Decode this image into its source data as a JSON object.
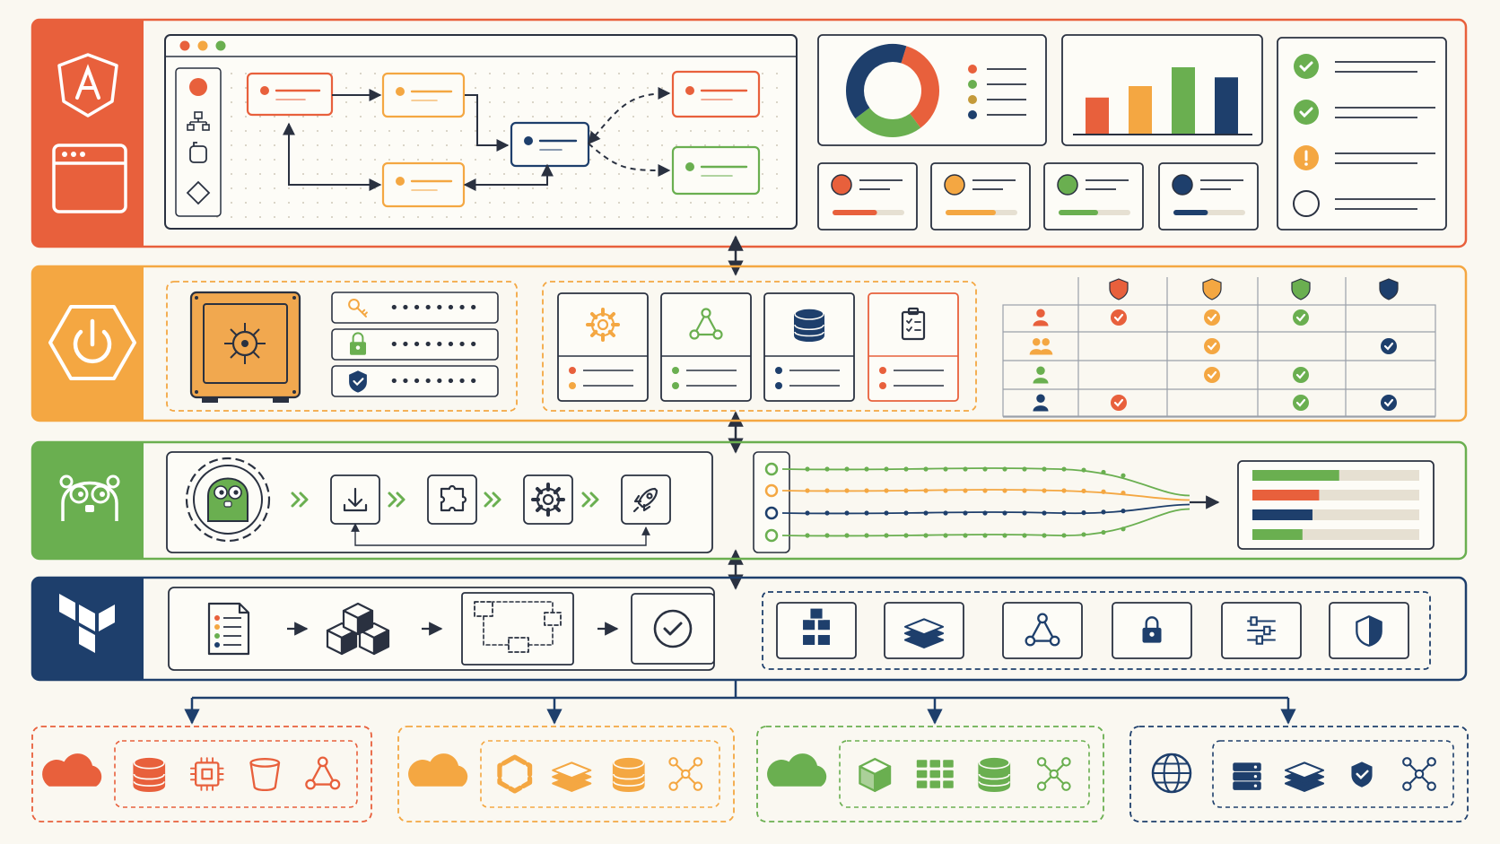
{
  "colors": {
    "angular": "#e8603c",
    "spring": "#f4a742",
    "go": "#6aaf50",
    "terraform": "#1e3f6c",
    "ink": "#2a3140",
    "paper": "#faf8f1",
    "muted": "#e6e0d2"
  },
  "layers": [
    {
      "name": "frontend",
      "logo": "angular-logo-icon",
      "secondary_icon": "browser-window-icon",
      "color": "#e8603c"
    },
    {
      "name": "backend",
      "logo": "spring-power-icon",
      "color": "#f4a742"
    },
    {
      "name": "services",
      "logo": "go-gopher-icon",
      "color": "#6aaf50"
    },
    {
      "name": "infrastructure",
      "logo": "terraform-logo-icon",
      "color": "#1e3f6c"
    }
  ],
  "frontend": {
    "window_controls": [
      "#e8603c",
      "#f4a742",
      "#6aaf50"
    ],
    "palette_tools": [
      "record-dot-icon",
      "hierarchy-icon",
      "component-icon",
      "diamond-icon"
    ],
    "flow_nodes": [
      {
        "name": "node-start",
        "color": "#e8603c"
      },
      {
        "name": "node-step-a",
        "color": "#f4a742"
      },
      {
        "name": "node-step-b",
        "color": "#f4a742"
      },
      {
        "name": "node-decision",
        "color": "#1e3f6c"
      },
      {
        "name": "node-out-red",
        "color": "#e8603c"
      },
      {
        "name": "node-out-green",
        "color": "#6aaf50"
      }
    ],
    "donut": {
      "slices": [
        35,
        25,
        40
      ],
      "colors": [
        "#e8603c",
        "#6aaf50",
        "#1e3f6c"
      ]
    },
    "legend_colors": [
      "#e8603c",
      "#6aaf50",
      "#c49a3a",
      "#1e3f6c"
    ],
    "bars": {
      "values": [
        0.55,
        0.72,
        1.0,
        0.85
      ],
      "colors": [
        "#e8603c",
        "#f4a742",
        "#6aaf50",
        "#1e3f6c"
      ]
    },
    "checklist": [
      "check-icon",
      "check-icon",
      "warning-icon",
      "empty-circle-icon"
    ],
    "stat_cards": [
      {
        "color": "#e8603c",
        "progress": 0.62
      },
      {
        "color": "#f4a742",
        "progress": 0.7
      },
      {
        "color": "#6aaf50",
        "progress": 0.55
      },
      {
        "color": "#1e3f6c",
        "progress": 0.48
      }
    ]
  },
  "backend": {
    "vault": "vault-safe-icon",
    "credentials": [
      {
        "icon": "key-icon",
        "mask": "••••••••"
      },
      {
        "icon": "lock-icon",
        "mask": "••••••••"
      },
      {
        "icon": "shield-check-icon",
        "mask": "••••••••"
      }
    ],
    "modules": [
      {
        "icon": "gear-icon",
        "dots": [
          "#e8603c",
          "#f4a742"
        ],
        "border": "#2a3140"
      },
      {
        "icon": "graph-icon",
        "dots": [
          "#6aaf50",
          "#6aaf50"
        ],
        "border": "#2a3140"
      },
      {
        "icon": "database-icon",
        "dots": [
          "#1e3f6c",
          "#1e3f6c"
        ],
        "border": "#2a3140"
      },
      {
        "icon": "clipboard-icon",
        "dots": [
          "#e8603c",
          "#e8603c"
        ],
        "border": "#e8603c"
      }
    ],
    "permission_columns": [
      "#e8603c",
      "#f4a742",
      "#6aaf50",
      "#1e3f6c"
    ],
    "permission_rows": [
      {
        "user_color": "#e8603c",
        "user_icon": "user-icon",
        "grants": [
          1,
          1,
          1,
          0
        ]
      },
      {
        "user_color": "#f4a742",
        "user_icon": "users-icon",
        "grants": [
          0,
          1,
          0,
          1
        ]
      },
      {
        "user_color": "#6aaf50",
        "user_icon": "user-icon",
        "grants": [
          0,
          1,
          1,
          0
        ]
      },
      {
        "user_color": "#1e3f6c",
        "user_icon": "user-icon",
        "grants": [
          1,
          0,
          1,
          1
        ]
      }
    ]
  },
  "services": {
    "pipeline": [
      "download-icon",
      "puzzle-icon",
      "gear-icon",
      "rocket-icon"
    ],
    "streams": [
      "#6aaf50",
      "#f4a742",
      "#1e3f6c",
      "#6aaf50"
    ],
    "result_bars": [
      {
        "color": "#6aaf50",
        "fill": 0.52
      },
      {
        "color": "#e8603c",
        "fill": 0.4
      },
      {
        "color": "#1e3f6c",
        "fill": 0.36
      },
      {
        "color": "#6aaf50",
        "fill": 0.3
      }
    ]
  },
  "infrastructure": {
    "steps": [
      "document-list-icon",
      "cubes-icon",
      "blueprint-icon",
      "check-circle-icon"
    ],
    "resources": [
      "cube-cluster-icon",
      "layers-icon",
      "graph-icon",
      "padlock-icon",
      "sliders-icon",
      "shield-icon"
    ]
  },
  "providers": [
    {
      "color": "#e8603c",
      "cloud": "cloud-icon",
      "services": [
        "database-icon",
        "chip-icon",
        "bucket-icon",
        "graph-icon"
      ]
    },
    {
      "color": "#f4a742",
      "cloud": "cloud-icon",
      "services": [
        "hexagon-ring-icon",
        "layers-icon",
        "database-icon",
        "network-icon"
      ]
    },
    {
      "color": "#6aaf50",
      "cloud": "cloud-icon",
      "services": [
        "cube-icon",
        "grid-icon",
        "database-icon",
        "network-icon"
      ]
    },
    {
      "color": "#1e3f6c",
      "cloud": "globe-icon",
      "services": [
        "server-icon",
        "layers-icon",
        "shield-check-icon",
        "network-icon"
      ]
    }
  ]
}
